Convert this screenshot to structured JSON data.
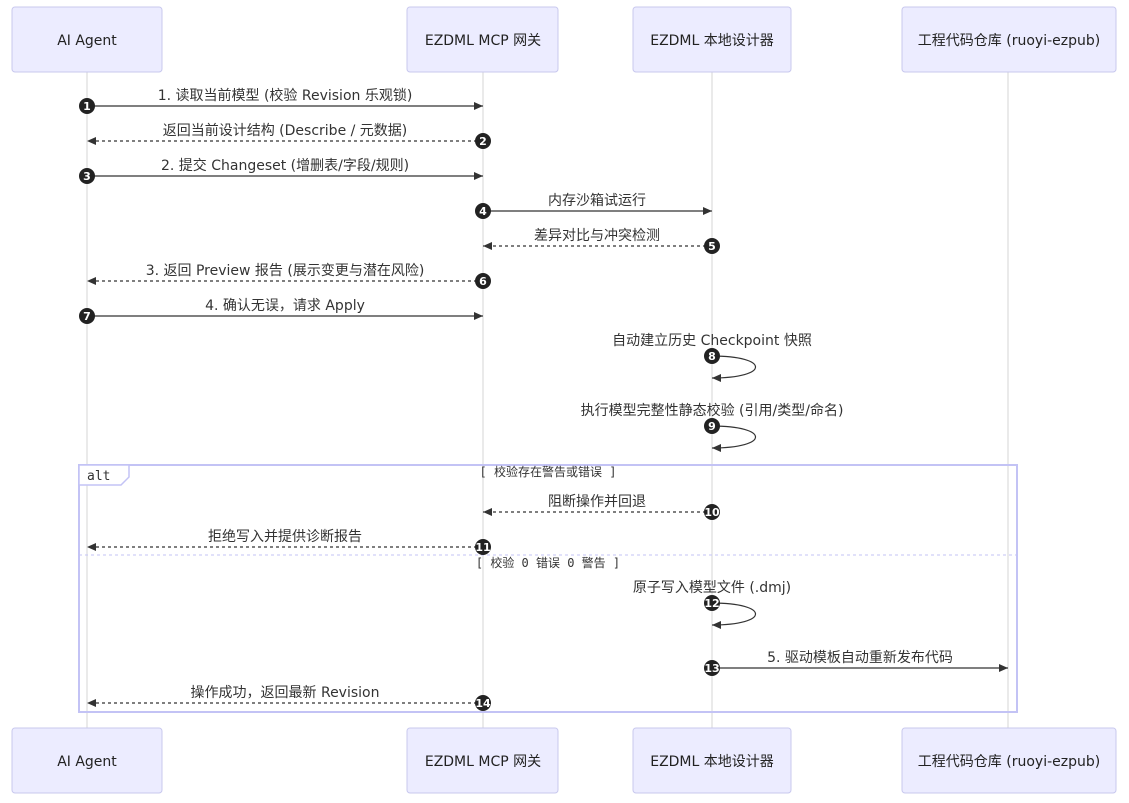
{
  "actors": [
    {
      "id": "agent",
      "label": "AI Agent"
    },
    {
      "id": "gateway",
      "label": "EZDML MCP 网关"
    },
    {
      "id": "designer",
      "label": "EZDML 本地设计器"
    },
    {
      "id": "repo",
      "label": "工程代码仓库 (ruoyi-ezpub)"
    }
  ],
  "messages": [
    {
      "num": "1",
      "text": "1. 读取当前模型 (校验 Revision 乐观锁)",
      "from": "agent",
      "to": "gateway",
      "style": "solid"
    },
    {
      "num": "2",
      "text": "返回当前设计结构 (Describe / 元数据)",
      "from": "gateway",
      "to": "agent",
      "style": "dashed"
    },
    {
      "num": "3",
      "text": "2. 提交 Changeset (增删表/字段/规则)",
      "from": "agent",
      "to": "gateway",
      "style": "solid"
    },
    {
      "num": "4",
      "text": "内存沙箱试运行",
      "from": "gateway",
      "to": "designer",
      "style": "solid"
    },
    {
      "num": "5",
      "text": "差异对比与冲突检测",
      "from": "designer",
      "to": "gateway",
      "style": "dashed"
    },
    {
      "num": "6",
      "text": "3. 返回 Preview 报告 (展示变更与潜在风险)",
      "from": "gateway",
      "to": "agent",
      "style": "dashed"
    },
    {
      "num": "7",
      "text": "4. 确认无误，请求 Apply",
      "from": "agent",
      "to": "gateway",
      "style": "solid"
    },
    {
      "num": "8",
      "text": "自动建立历史 Checkpoint 快照",
      "from": "designer",
      "to": "designer",
      "style": "self"
    },
    {
      "num": "9",
      "text": "执行模型完整性静态校验 (引用/类型/命名)",
      "from": "designer",
      "to": "designer",
      "style": "self"
    },
    {
      "num": "10",
      "text": "阻断操作并回退",
      "from": "designer",
      "to": "gateway",
      "style": "dashed"
    },
    {
      "num": "11",
      "text": "拒绝写入并提供诊断报告",
      "from": "gateway",
      "to": "agent",
      "style": "dashed"
    },
    {
      "num": "12",
      "text": "原子写入模型文件 (.dmj)",
      "from": "designer",
      "to": "designer",
      "style": "self"
    },
    {
      "num": "13",
      "text": "5. 驱动模板自动重新发布代码",
      "from": "designer",
      "to": "repo",
      "style": "solid"
    },
    {
      "num": "14",
      "text": "操作成功，返回最新 Revision",
      "from": "gateway",
      "to": "agent",
      "style": "dashed"
    }
  ],
  "alt": {
    "label": "alt",
    "condition1": "[ 校验存在警告或错误 ]",
    "condition2": "[ 校验 0 错误 0 警告 ]"
  }
}
